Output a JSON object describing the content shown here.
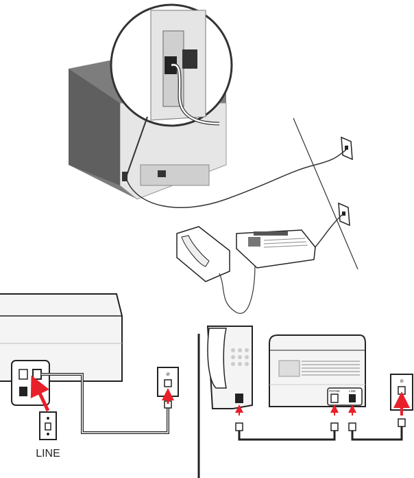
{
  "labels": {
    "wall_jack_line": "LINE",
    "answering_machine_phone_port": "PHONE",
    "answering_machine_line_port": "LINE",
    "jack_symbol": "⊘"
  },
  "colors": {
    "arrow": "#e8202a",
    "outline": "#222222",
    "printer_gray": "#8a8a8a",
    "panel_fill": "#f2f2f2"
  }
}
